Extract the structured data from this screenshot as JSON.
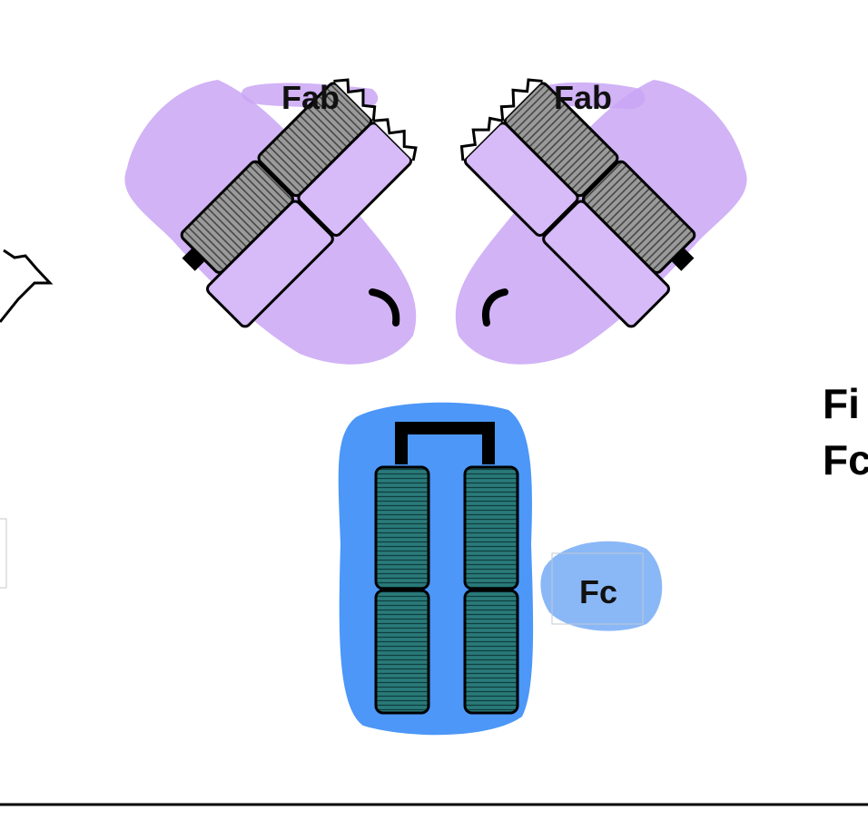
{
  "labels": {
    "fab_left": "Fab",
    "fab_right": "Fab",
    "fc": "Fc"
  },
  "caption_cut": {
    "line1": "Fi",
    "line2": "Fc"
  },
  "colors": {
    "fab_highlight": "#c9a6f5",
    "fc_highlight": "#3d8ef7",
    "fc_label_bubble": "#8ab8f7",
    "light_chain": "#d6bbf8",
    "heavy_chain_fab": "#8a8a8a",
    "heavy_chain_fc": "#1f6b6b",
    "outline": "#000000"
  }
}
